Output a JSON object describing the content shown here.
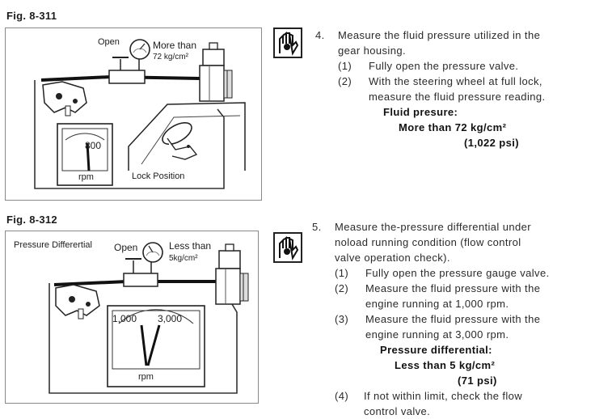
{
  "fig1": {
    "label": "Fig. 8-311",
    "open_label": "Open",
    "more_than_label": "More than",
    "pressure_label": "72 kg/cm²",
    "gauge_value": "800",
    "gauge_unit": "rpm",
    "lock_label": "Lock Position"
  },
  "fig2": {
    "label": "Fig. 8-312",
    "title_label": "Pressure Differertial",
    "open_label": "Open",
    "less_than_label": "Less than",
    "pressure_label": "5kg/cm²",
    "gauge_low": "1,000",
    "gauge_high": "3,000",
    "gauge_unit": "rpm"
  },
  "step4": {
    "number": "4.",
    "line1": "Measure the fluid pressure utilized in the",
    "line2": "gear housing.",
    "sub1_num": "(1)",
    "sub1": "Fully open the pressure valve.",
    "sub2_num": "(2)",
    "sub2_line1": "With the steering wheel at full lock,",
    "sub2_line2": "measure the fluid pressure reading.",
    "spec_title": "Fluid presure:",
    "spec_value": "More than 72 kg/cm²",
    "spec_psi": "(1,022 psi)"
  },
  "step5": {
    "number": "5.",
    "line1": "Measure the-pressure differential under",
    "line2": "noload running condition (flow control",
    "line3": "valve operation check).",
    "sub1_num": "(1)",
    "sub1": "Fully open the pressure gauge valve.",
    "sub2_num": "(2)",
    "sub2_line1": "Measure the fluid pressure with the",
    "sub2_line2": "engine running at 1,000 rpm.",
    "sub3_num": "(3)",
    "sub3_line1": "Measure the fluid pressure with the",
    "sub3_line2": "engine running at 3,000 rpm.",
    "spec_title": "Pressure differential:",
    "spec_value": "Less than 5 kg/cm²",
    "spec_psi": "(71 psi)",
    "sub4_num": "(4)",
    "sub4_line1": "If not within limit, check the flow",
    "sub4_line2": "control valve."
  },
  "icons": [
    "hand-tool-icon",
    "hand-tool-icon"
  ]
}
